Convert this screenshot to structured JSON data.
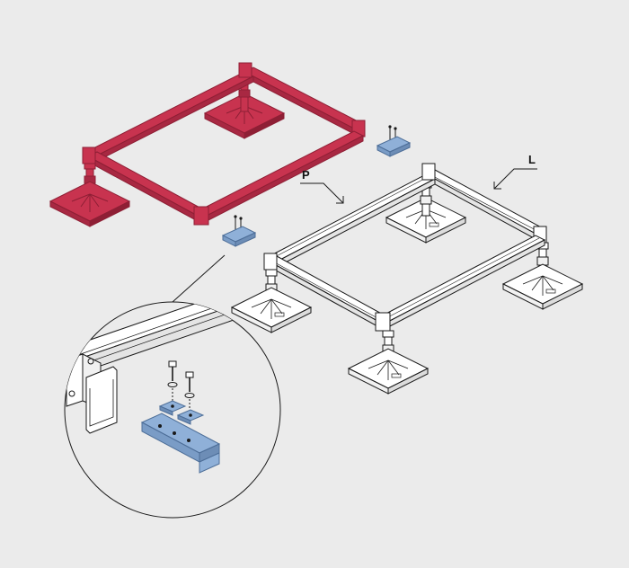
{
  "labels": {
    "p": "P",
    "l": "L"
  },
  "colors": {
    "background": "#ebebeb",
    "red_frame": "#c8334f",
    "red_frame_dark": "#8e1f35",
    "blue_bracket": "#8fb0d8",
    "blue_bracket_dark": "#4d6e98",
    "outline": "#1a1a1a",
    "white_part": "#ffffff"
  },
  "components": [
    {
      "name": "red-frame-assembly",
      "icon": "support-frame-icon"
    },
    {
      "name": "white-frame-assembly",
      "icon": "support-frame-icon"
    },
    {
      "name": "connection-bracket",
      "icon": "u-bracket-icon"
    },
    {
      "name": "detail-magnifier",
      "icon": "magnifier-circle-icon"
    }
  ]
}
